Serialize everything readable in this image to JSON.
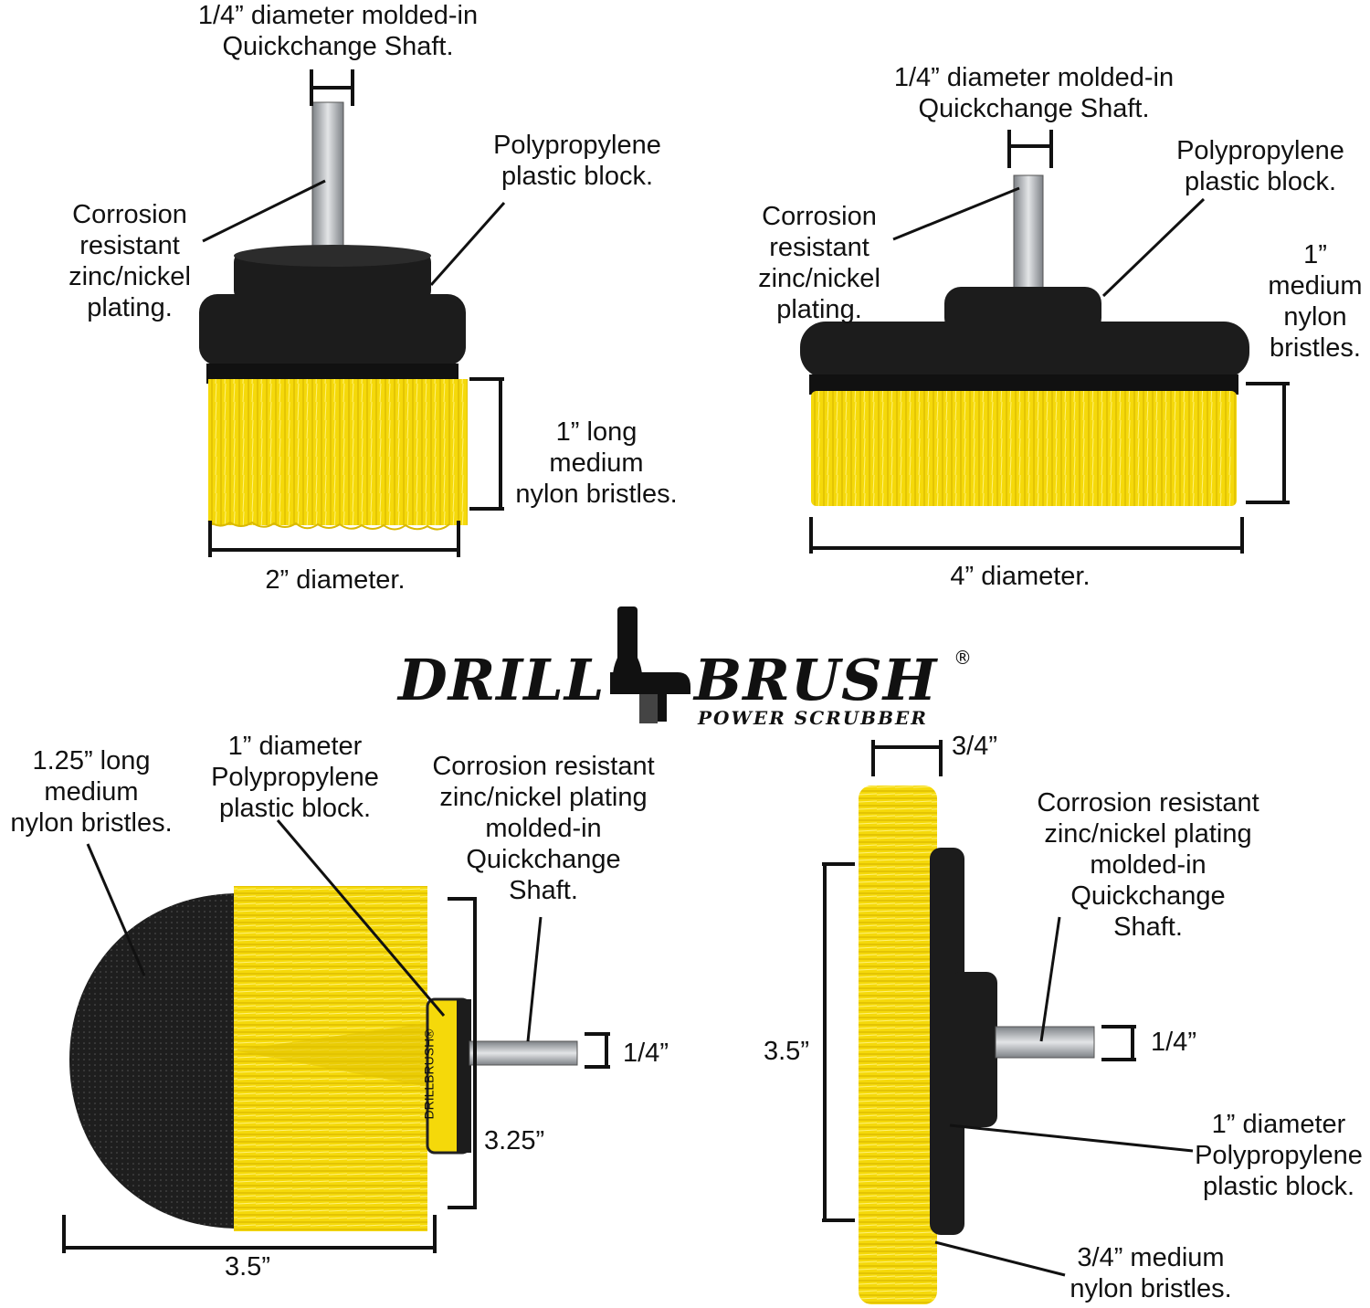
{
  "brand": {
    "name_left": "DRILL",
    "name_right": "BRUSH",
    "tagline": "POWER SCRUBBER",
    "registered": "®",
    "handle_imprint": "DRILLBRUSH®"
  },
  "brush_2in": {
    "shaft_label": "1/4” diameter molded-in\nQuickchange Shaft.",
    "block_label": "Polypropylene\nplastic block.",
    "plating_label": "Corrosion\nresistant\nzinc/nickel\nplating.",
    "bristle_label": "1” long\nmedium\nnylon bristles.",
    "diameter_label": "2” diameter."
  },
  "brush_4in": {
    "shaft_label": "1/4” diameter molded-in\nQuickchange Shaft.",
    "block_label": "Polypropylene\nplastic block.",
    "plating_label": "Corrosion\nresistant\nzinc/nickel\nplating.",
    "bristle_label": "1”\nmedium\nnylon\nbristles.",
    "diameter_label": "4” diameter."
  },
  "brush_round": {
    "bristle_label": "1.25” long\nmedium\nnylon bristles.",
    "block_label": "1” diameter\nPolypropylene\nplastic block.",
    "shaft_label": "Corrosion resistant\nzinc/nickel plating\nmolded-in\nQuickchange\nShaft.",
    "shaft_dim": "1/4”",
    "height_dim": "3.25”",
    "width_dim": "3.5”"
  },
  "brush_flat": {
    "thickness_dim": "3/4”",
    "shaft_label": "Corrosion resistant\nzinc/nickel plating\nmolded-in\nQuickchange\nShaft.",
    "diameter_dim": "3.5”",
    "shaft_dim": "1/4”",
    "block_label": "1” diameter\nPolypropylene\nplastic block.",
    "bristle_label": "3/4” medium\nnylon bristles."
  },
  "colors": {
    "bristle_yellow": "#f5d90a",
    "block_black": "#1c1c1c",
    "shaft_steel": "#b9bcc0",
    "dark_bristles": "#222222"
  }
}
